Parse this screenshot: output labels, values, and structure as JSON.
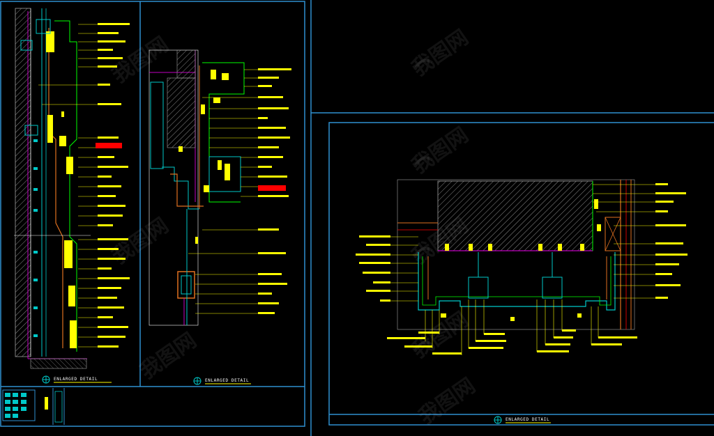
{
  "drawing": {
    "colors": {
      "background": "#000000",
      "frame": "#2f8fd0",
      "annotation": "#ffff00",
      "profile": "#00c8c8",
      "accent": "#00ff00",
      "brick": "#e07020",
      "highlight": "#ff0000",
      "magenta": "#c000c0",
      "hatch": "#8a8a8a",
      "line_white": "#ffffff"
    },
    "details": [
      {
        "id": "detail-1",
        "caption": "ENLARGED DETAIL"
      },
      {
        "id": "detail-2",
        "caption": "ENLARGED DETAIL"
      },
      {
        "id": "detail-3",
        "caption": "ENLARGED DETAIL"
      }
    ],
    "watermark": {
      "text": "我图网",
      "icon": "logo-swoosh-icon"
    }
  }
}
